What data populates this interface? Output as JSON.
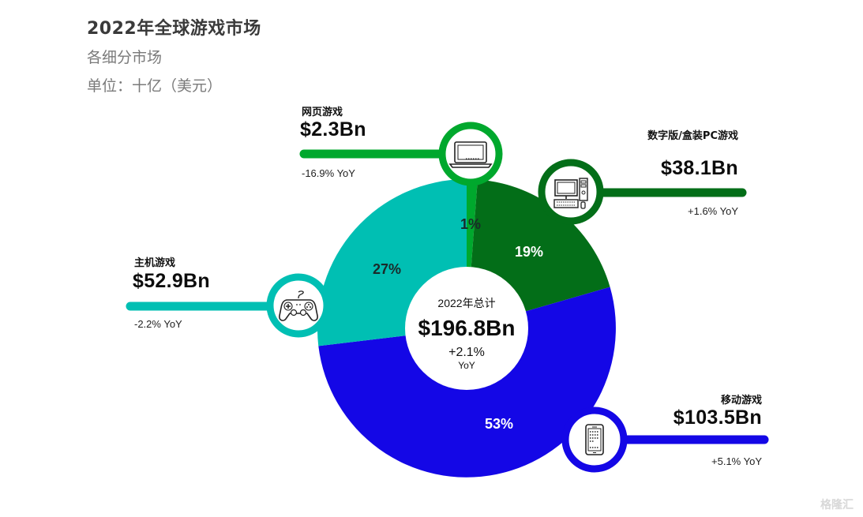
{
  "header": {
    "title": "2022年全球游戏市场",
    "subtitle": "各细分市场",
    "unit": "单位：十亿（美元）"
  },
  "center": {
    "label": "2022年总计",
    "total": "$196.8Bn",
    "yoy": "+2.1%",
    "yoy_suffix": "YoY"
  },
  "segments": {
    "web": {
      "name": "网页游戏",
      "value": "$2.3Bn",
      "yoy": "-16.9% YoY",
      "share": "1%",
      "color": "#00A82D",
      "icon": "laptop-icon"
    },
    "pc": {
      "name": "数字版/盒装PC游戏",
      "value": "$38.1Bn",
      "yoy": "+1.6% YoY",
      "share": "19%",
      "color": "#036E18",
      "icon": "desktop-pc-icon"
    },
    "mobile": {
      "name": "移动游戏",
      "value": "$103.5Bn",
      "yoy": "+5.1% YoY",
      "share": "53%",
      "color": "#1407E6",
      "icon": "smartphone-icon"
    },
    "console": {
      "name": "主机游戏",
      "value": "$52.9Bn",
      "yoy": "-2.2% YoY",
      "share": "27%",
      "color": "#00BFB3",
      "icon": "gamepad-icon"
    }
  },
  "watermark": "格隆汇",
  "chart_data": {
    "type": "pie",
    "title": "2022年全球游戏市场",
    "subtitle": "各细分市场",
    "unit": "单位：十亿（美元）",
    "donut": true,
    "center_text": [
      "2022年总计",
      "$196.8Bn",
      "+2.1%",
      "YoY"
    ],
    "categories": [
      "网页游戏",
      "数字版/盒装PC游戏",
      "移动游戏",
      "主机游戏"
    ],
    "values": [
      2.3,
      38.1,
      103.5,
      52.9
    ],
    "percent_labels": [
      "1%",
      "19%",
      "53%",
      "27%"
    ],
    "yoy": [
      "-16.9%",
      "+1.6%",
      "+5.1%",
      "-2.2%"
    ],
    "colors": [
      "#00A82D",
      "#036E18",
      "#1407E6",
      "#00BFB3"
    ],
    "total": 196.8,
    "total_yoy": "+2.1%"
  }
}
